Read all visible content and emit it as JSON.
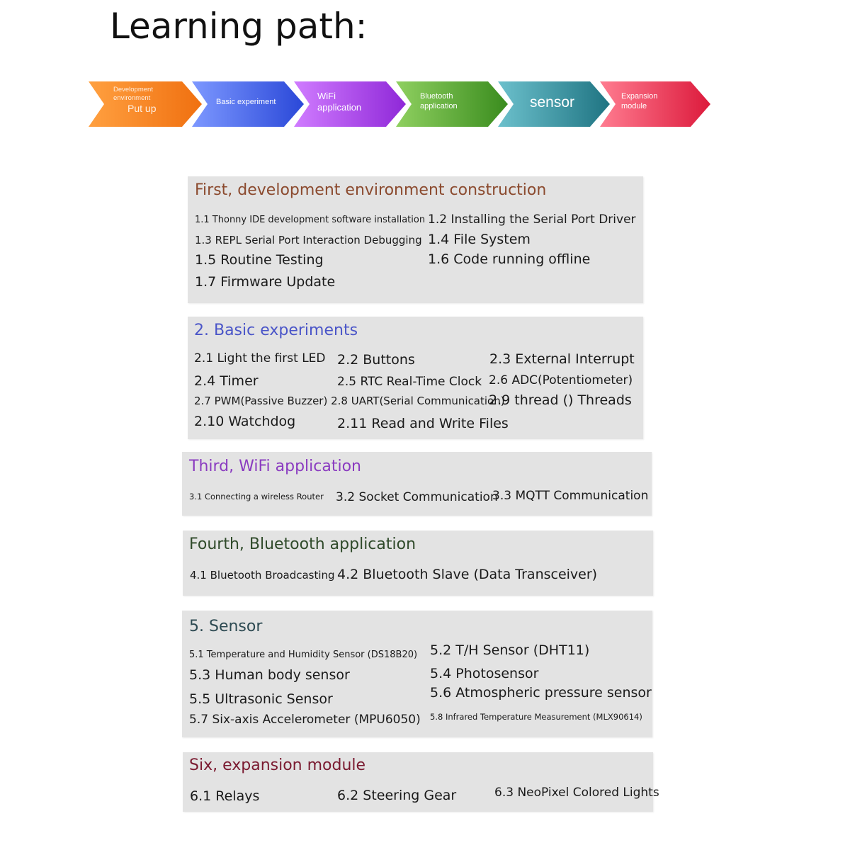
{
  "title": "Learning path:",
  "path": [
    {
      "line1": "Development",
      "line2": "environment",
      "line3": "Put up",
      "color": "#f08020"
    },
    {
      "line1": "Basic experiment",
      "color": "#3b5fe0"
    },
    {
      "line1": "WiFi",
      "line2": "application",
      "color": "#a23ce0"
    },
    {
      "line1": "Bluetooth",
      "line2": "application",
      "color": "#4aa22a"
    },
    {
      "line1": "sensor",
      "color": "#2d8c9a"
    },
    {
      "line1": "Expansion",
      "line2": "module",
      "color": "#e8304e"
    }
  ],
  "sections": {
    "s1": {
      "heading": "First, development environment construction",
      "color": "#8b4a2e",
      "items": [
        "1.1 Thonny IDE development software installation",
        "1.2 Installing the Serial Port Driver",
        "1.3 REPL Serial Port Interaction Debugging",
        "1.4 File System",
        "1.5 Routine Testing",
        "1.6 Code running offline",
        "1.7 Firmware Update"
      ]
    },
    "s2": {
      "heading": "2. Basic experiments",
      "color": "#4a55c8",
      "items": [
        "2.1 Light the first LED",
        "2.2 Buttons",
        "2.3 External Interrupt",
        "2.4 Timer",
        "2.5 RTC Real-Time Clock",
        "2.6 ADC(Potentiometer)",
        "2.7 PWM(Passive Buzzer) 2.8 UART(Serial Communication)",
        "2.9 thread () Threads",
        "2.10 Watchdog",
        "2.11 Read and Write Files"
      ]
    },
    "s3": {
      "heading": "Third, WiFi application",
      "color": "#8a3bc0",
      "items": [
        "3.1 Connecting a wireless Router",
        "3.2 Socket Communication",
        "3.3 MQTT Communication"
      ]
    },
    "s4": {
      "heading": "Fourth, Bluetooth application",
      "color": "#2f4a2a",
      "items": [
        "4.1 Bluetooth Broadcasting",
        "4.2 Bluetooth Slave (Data Transceiver)"
      ]
    },
    "s5": {
      "heading": "5. Sensor",
      "color": "#2d4a52",
      "items": [
        "5.1 Temperature and Humidity Sensor (DS18B20)",
        "5.2 T/H Sensor (DHT11)",
        "5.3 Human body sensor",
        "5.4 Photosensor",
        "5.5 Ultrasonic Sensor",
        "5.6 Atmospheric pressure sensor",
        "5.7 Six-axis Accelerometer (MPU6050)",
        "5.8 Infrared Temperature Measurement (MLX90614)"
      ]
    },
    "s6": {
      "heading": "Six, expansion module",
      "color": "#7a1a30",
      "items": [
        "6.1 Relays",
        "6.2 Steering Gear",
        "6.3 NeoPixel Colored Lights"
      ]
    }
  }
}
